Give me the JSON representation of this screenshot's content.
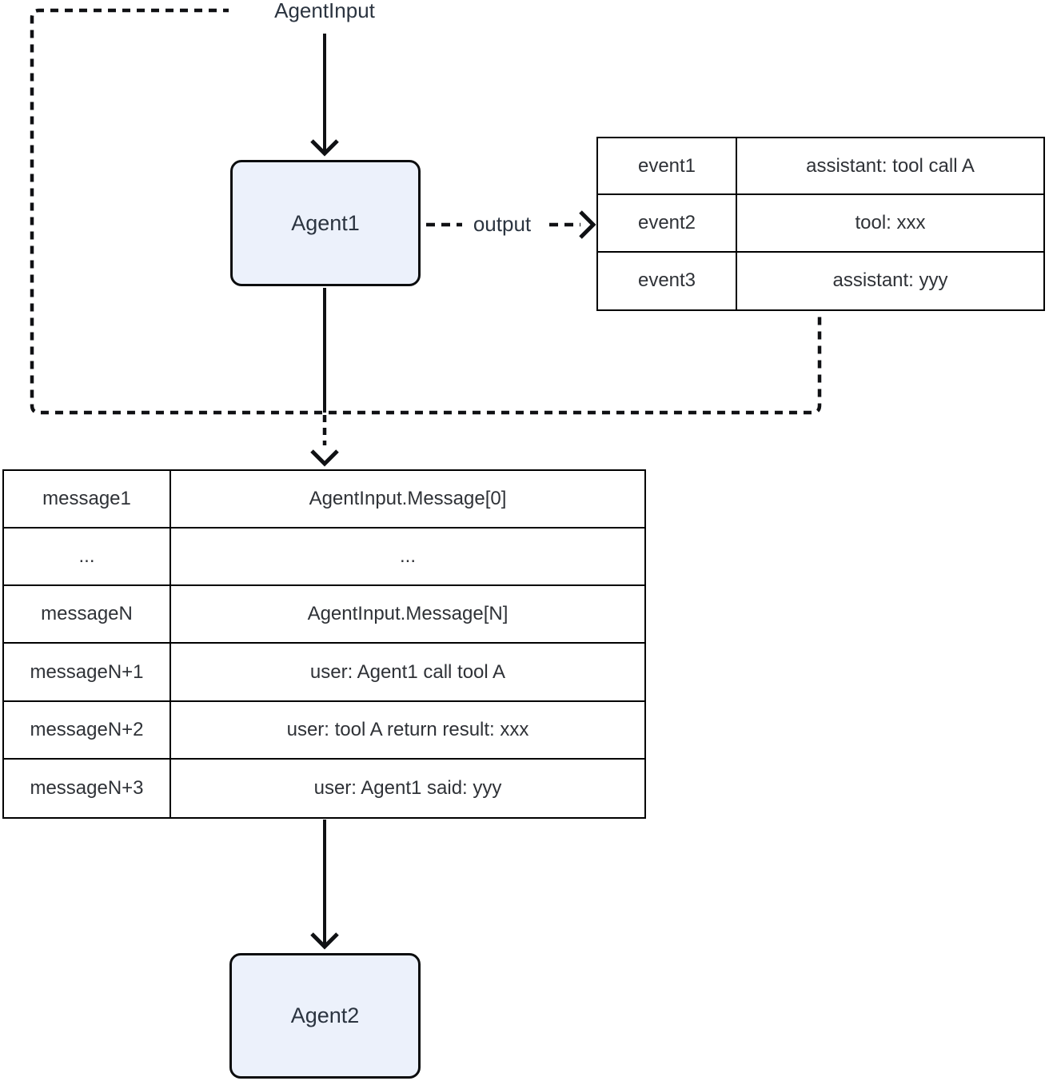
{
  "diagram": {
    "input_label": "AgentInput",
    "output_label": "output",
    "agent1_label": "Agent1",
    "agent2_label": "Agent2"
  },
  "event_table": {
    "rows": [
      {
        "key": "event1",
        "value": "assistant: tool call A"
      },
      {
        "key": "event2",
        "value": "tool: xxx"
      },
      {
        "key": "event3",
        "value": "assistant: yyy"
      }
    ]
  },
  "message_table": {
    "rows": [
      {
        "key": "message1",
        "value": "AgentInput.Message[0]"
      },
      {
        "key": "...",
        "value": "..."
      },
      {
        "key": "messageN",
        "value": "AgentInput.Message[N]"
      },
      {
        "key": "messageN+1",
        "value": "user: Agent1 call tool A"
      },
      {
        "key": "messageN+2",
        "value": "user: tool A return result: xxx"
      },
      {
        "key": "messageN+3",
        "value": "user: Agent1 said: yyy"
      }
    ]
  },
  "colors": {
    "node_fill": "#ecf1fb",
    "node_border": "#0c0d0e",
    "wire": "#101114",
    "table_border": "#000000",
    "text": "#2b3440",
    "background": "#ffffff"
  }
}
